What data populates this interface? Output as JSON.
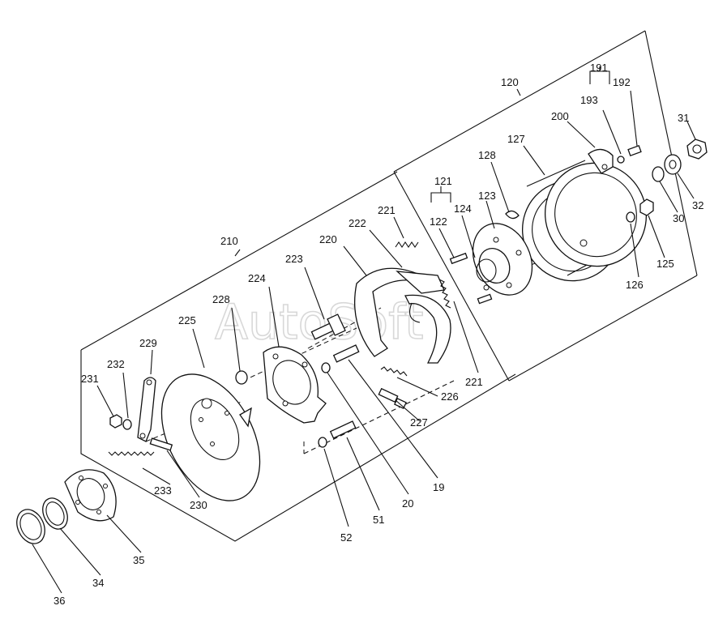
{
  "watermark": "AutoSoft",
  "callouts": {
    "c31": "31",
    "c32": "32",
    "c30": "30",
    "c125": "125",
    "c126": "126",
    "c120": "120",
    "c191": "191",
    "c192": "192",
    "c193": "193",
    "c200": "200",
    "c127": "127",
    "c128": "128",
    "c121": "121",
    "c123": "123",
    "c122": "122",
    "c124": "124",
    "c221a": "221",
    "c221b": "221",
    "c222": "222",
    "c220": "220",
    "c210": "210",
    "c223": "223",
    "c224": "224",
    "c228": "228",
    "c225": "225",
    "c229": "229",
    "c232": "232",
    "c231": "231",
    "c226": "226",
    "c227": "227",
    "c19": "19",
    "c20": "20",
    "c51": "51",
    "c52": "52",
    "c230": "230",
    "c233": "233",
    "c35": "35",
    "c34": "34",
    "c36": "36"
  }
}
